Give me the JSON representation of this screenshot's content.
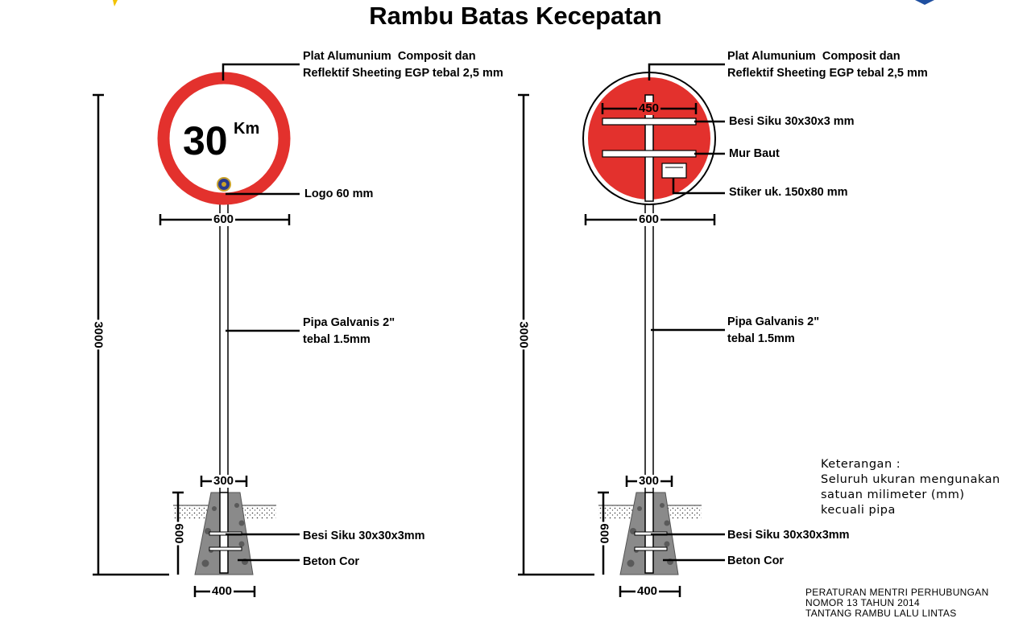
{
  "title": "Rambu Batas Kecepatan",
  "colors": {
    "sign_red": "#e3312d",
    "pole": "#ffffff",
    "concrete": "#8a8a8a",
    "ink": "#000000"
  },
  "left": {
    "sign_number": "30",
    "sign_unit": "Km",
    "labels": {
      "plate": "Plat Alumunium  Composit dan\nReflektif Sheeting EGP tebal 2,5 mm",
      "logo": "Logo 60 mm",
      "pipe": "Pipa Galvanis 2\"\ntebal 1.5mm",
      "bracket": "Besi Siku 30x30x3mm",
      "concrete": "Beton Cor"
    },
    "dims": {
      "sign_width": "600",
      "height": "3000",
      "footing_top": "300",
      "footing_depth": "600",
      "footing_bottom": "400"
    }
  },
  "right": {
    "labels": {
      "plate": "Plat Alumunium  Composit dan\nReflektif Sheeting EGP tebal 2,5 mm",
      "angle": "Besi Siku 30x30x3 mm",
      "bolt": "Mur Baut",
      "sticker": "Stiker uk. 150x80 mm",
      "pipe": "Pipa Galvanis 2\"\ntebal 1.5mm",
      "bracket": "Besi Siku 30x30x3mm",
      "concrete": "Beton Cor"
    },
    "dims": {
      "bracket_width": "450",
      "sign_width": "600",
      "height": "3000",
      "footing_top": "300",
      "footing_depth": "600",
      "footing_bottom": "400"
    }
  },
  "note": {
    "heading": "Keterangan :",
    "lines": [
      "Seluruh ukuran mengunakan",
      "satuan milimeter (mm)",
      "kecuali pipa"
    ]
  },
  "regulation": [
    "PERATURAN MENTRI PERHUBUNGAN",
    "NOMOR 13 TAHUN 2014",
    "TANTANG RAMBU LALU LINTAS"
  ]
}
